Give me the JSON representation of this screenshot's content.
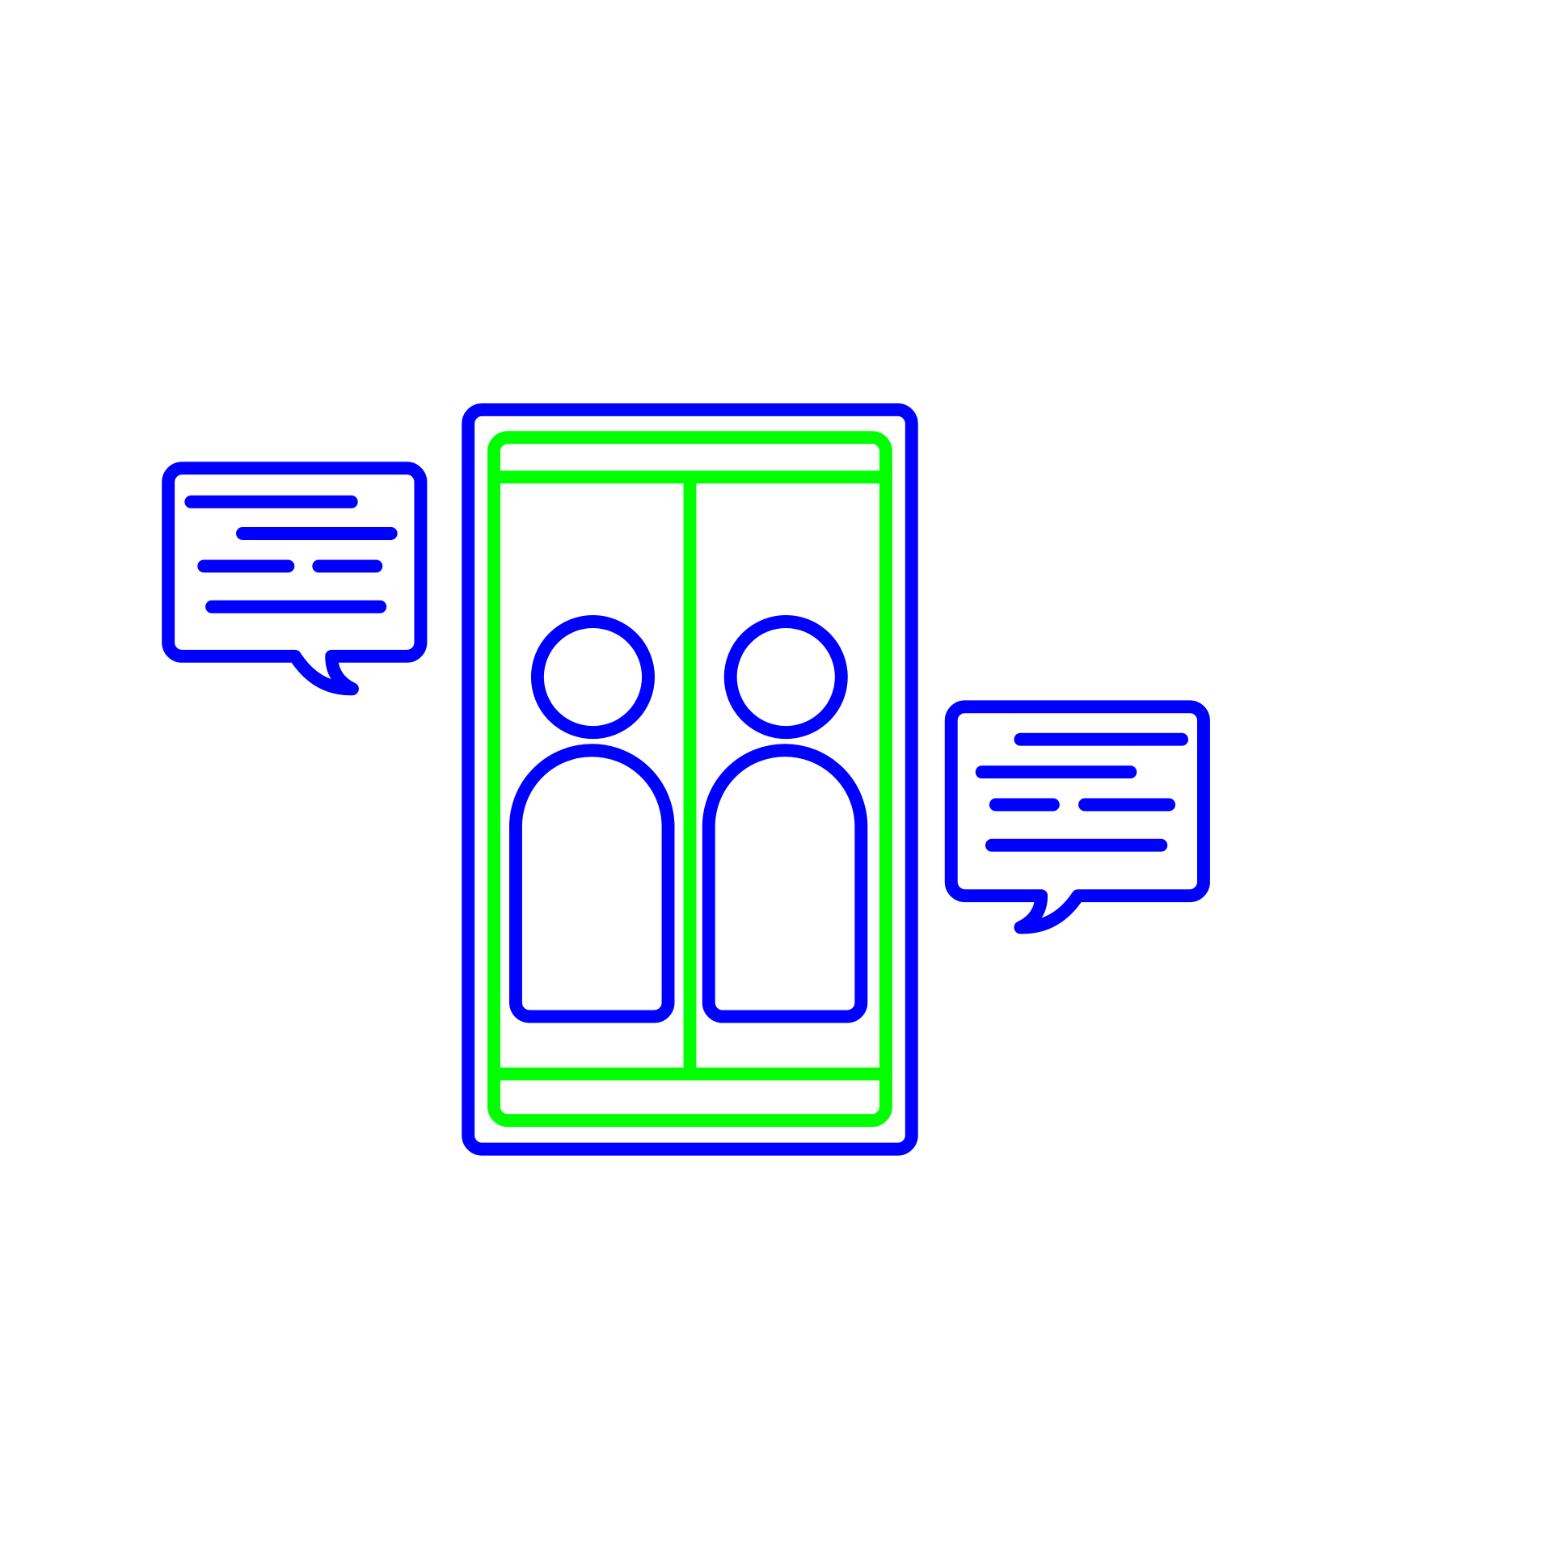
{
  "illustration": {
    "subject": "video-call",
    "colors": {
      "primary": "#0000ff",
      "accent": "#00ff00",
      "background": "#ffffff"
    },
    "participants": 2,
    "chat_bubbles": 2
  }
}
